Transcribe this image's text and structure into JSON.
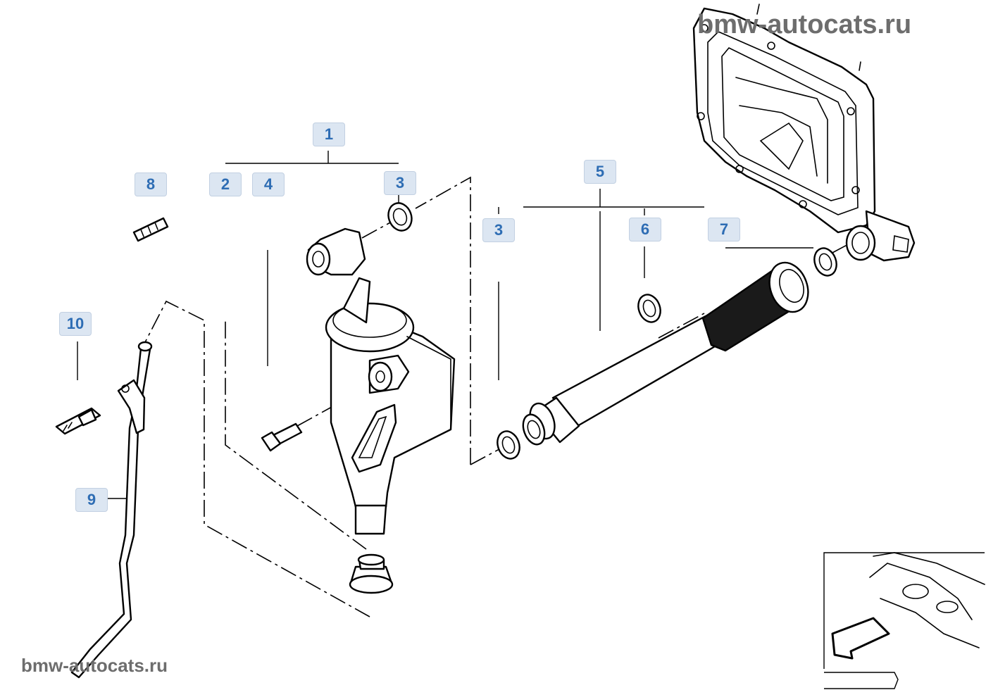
{
  "watermark": {
    "top_right": "bmw-autocats.ru",
    "bottom_left": "bmw-autocats.ru"
  },
  "callouts": [
    {
      "id": "c1",
      "label": "1"
    },
    {
      "id": "c2",
      "label": "2"
    },
    {
      "id": "c4",
      "label": "4"
    },
    {
      "id": "c3a",
      "label": "3"
    },
    {
      "id": "c8",
      "label": "8"
    },
    {
      "id": "c5",
      "label": "5"
    },
    {
      "id": "c3b",
      "label": "3"
    },
    {
      "id": "c6",
      "label": "6"
    },
    {
      "id": "c7",
      "label": "7"
    },
    {
      "id": "c10",
      "label": "10"
    },
    {
      "id": "c9",
      "label": "9"
    }
  ],
  "colors": {
    "callout_bg": "#dce6f2",
    "callout_text": "#2e6db4",
    "line_art": "#000000",
    "watermark": "#6d6d6d"
  },
  "icons": [
    "car-location-arrow-icon"
  ]
}
